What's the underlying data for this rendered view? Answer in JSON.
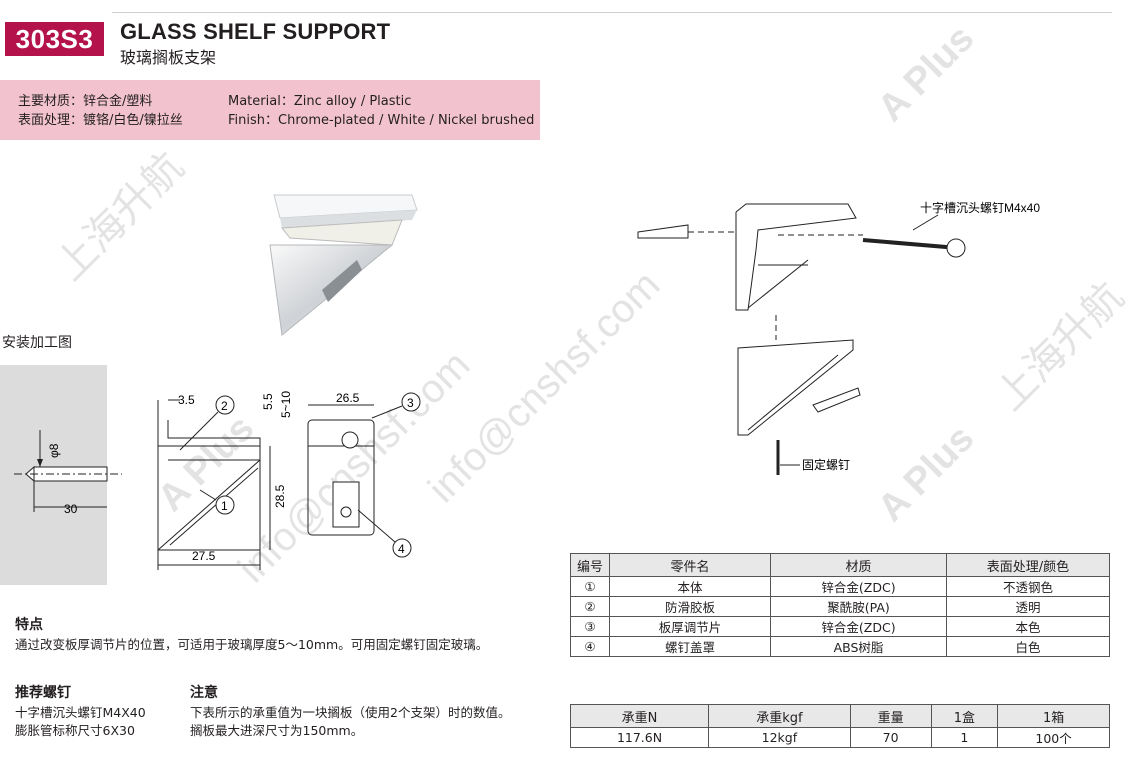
{
  "header": {
    "code": "303S3",
    "title_en": "GLASS SHELF SUPPORT",
    "title_cn": "玻璃搁板支架"
  },
  "specs": {
    "material_cn": "主要材质：锌合金/塑料",
    "finish_cn": "表面处理：镀铬/白色/镍拉丝",
    "material_en": "Material：Zinc alloy / Plastic",
    "finish_en": "Finish：Chrome-plated / White / Nickel brushed"
  },
  "install": {
    "label": "安装加工图",
    "hole_dia": "φ8",
    "hole_depth": "30",
    "dim_width": "27.5",
    "dim_height": "28.5",
    "dim_top": "3.5",
    "dim_gap1": "5.5",
    "dim_gap2": "5~10",
    "dim_depth": "26.5",
    "callouts": [
      "1",
      "2",
      "3",
      "4"
    ]
  },
  "exploded": {
    "screw_label": "十字槽沉头螺钉M4x40",
    "fix_screw_label": "固定螺钉"
  },
  "features": {
    "title": "特点",
    "text": "通过改变板厚调节片的位置，可适用于玻璃厚度5～10mm。可用固定螺钉固定玻璃。"
  },
  "recommend": {
    "title": "推荐螺钉",
    "line1": "十字槽沉头螺钉M4X40",
    "line2": "膨胀管标称尺寸6X30"
  },
  "notes": {
    "title": "注意",
    "line1": "下表所示的承重值为一块搁板（使用2个支架）时的数值。",
    "line2": "搁板最大进深尺寸为150mm。"
  },
  "parts_table": {
    "headers": [
      "编号",
      "零件名",
      "材质",
      "表面处理/颜色"
    ],
    "rows": [
      [
        "①",
        "本体",
        "锌合金(ZDC)",
        "不透钢色"
      ],
      [
        "②",
        "防滑胶板",
        "聚酰胺(PA)",
        "透明"
      ],
      [
        "③",
        "板厚调节片",
        "锌合金(ZDC)",
        "本色"
      ],
      [
        "④",
        "螺钉盖罩",
        "ABS树脂",
        "白色"
      ]
    ]
  },
  "load_table": {
    "headers": [
      "承重N",
      "承重kgf",
      "重量",
      "1盒",
      "1箱"
    ],
    "row": [
      "117.6N",
      "12kgf",
      "70",
      "1",
      "100个"
    ]
  },
  "watermark": {
    "text1": "info@cnshsf.com",
    "text2": "上海升航",
    "brand": "A Plus"
  },
  "colors": {
    "badge": "#b3124a",
    "spec_band": "#f2c3cf"
  }
}
